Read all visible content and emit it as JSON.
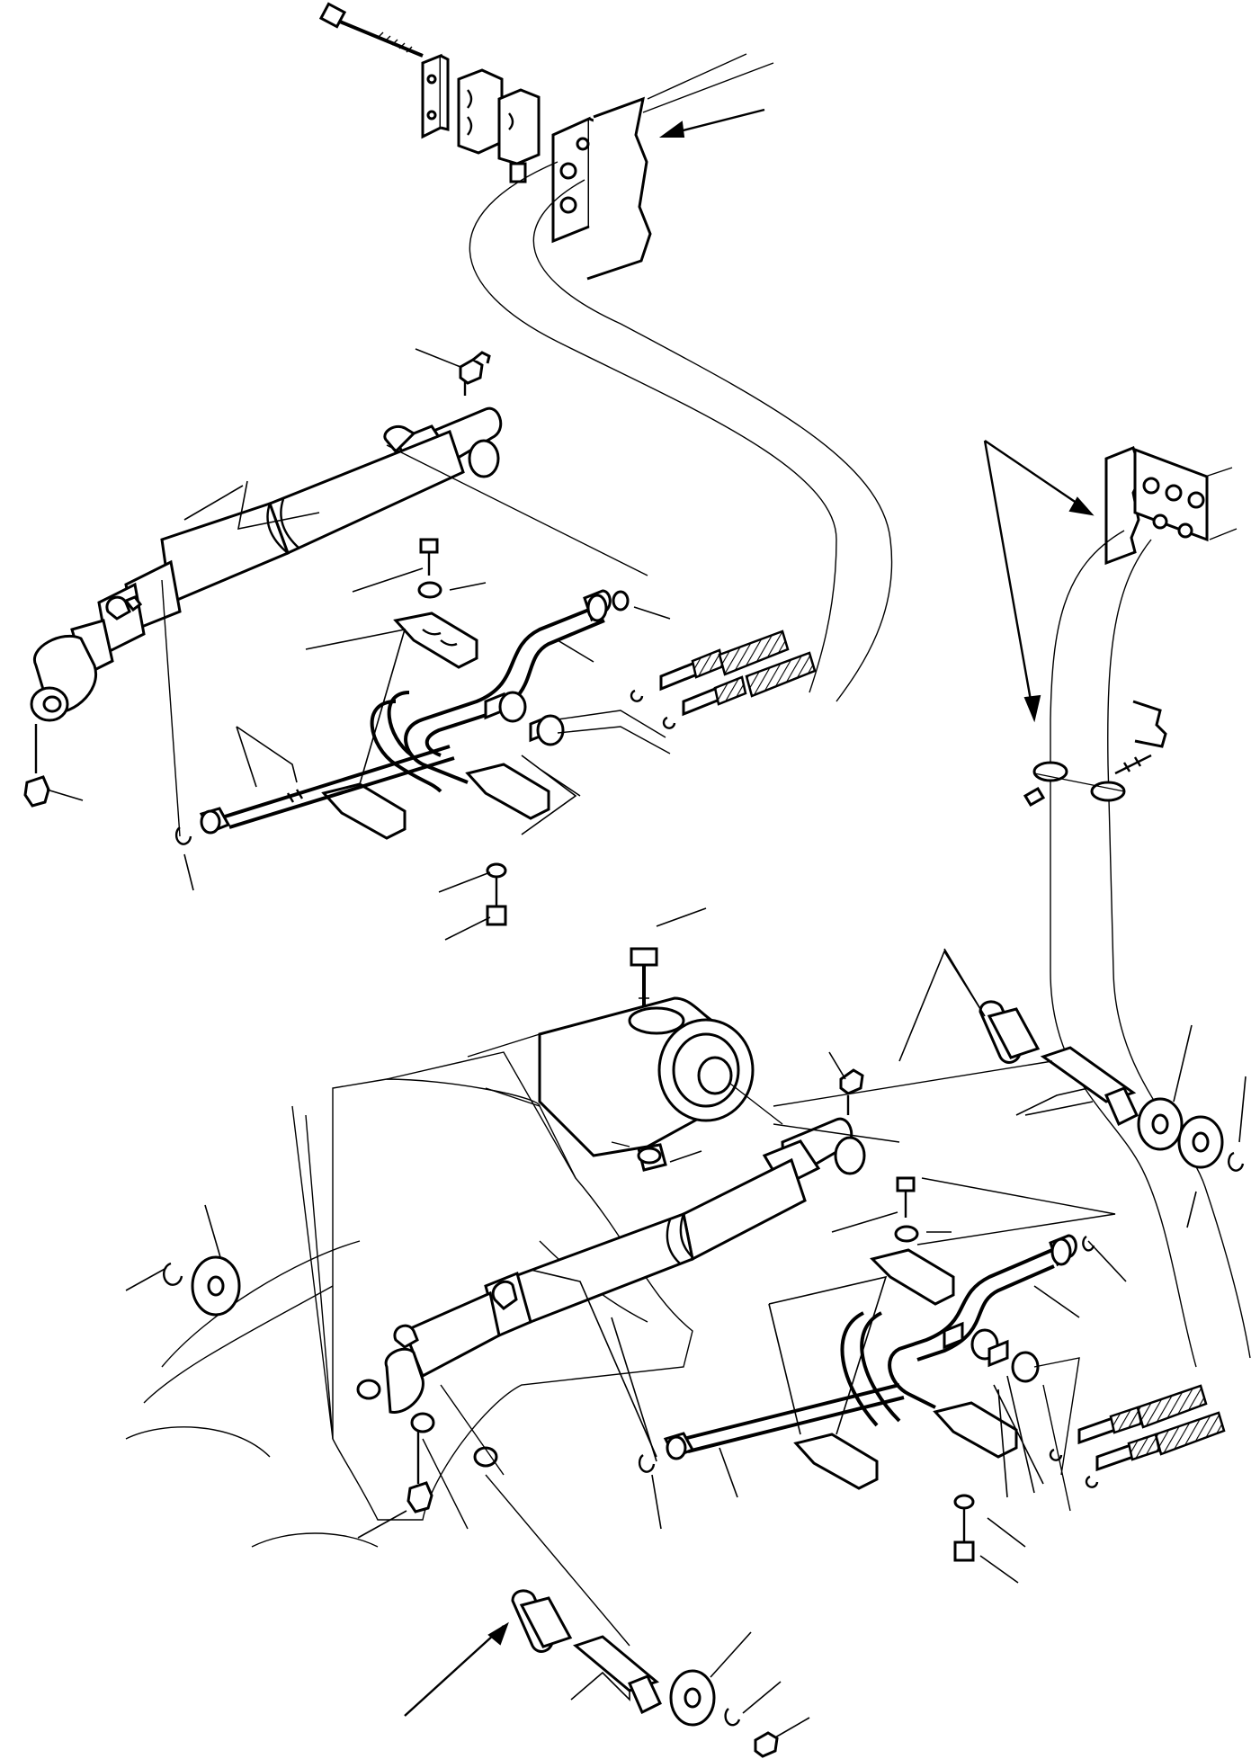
{
  "diagram": {
    "type": "exploded-parts-illustration",
    "colors": {
      "line": "#000000",
      "background": "#ffffff"
    },
    "callouts": [],
    "components": [
      "upper-hydraulic-cylinder",
      "lower-hydraulic-cylinder",
      "hydraulic-hose-upper",
      "hydraulic-hose-right",
      "manifold-block-upper",
      "manifold-block-right",
      "pivot-pin-lower",
      "pivot-pin-right",
      "bushings",
      "washers",
      "snap-rings",
      "grease-fittings",
      "tube-clamps",
      "bolts",
      "loader-arm-frame"
    ]
  }
}
